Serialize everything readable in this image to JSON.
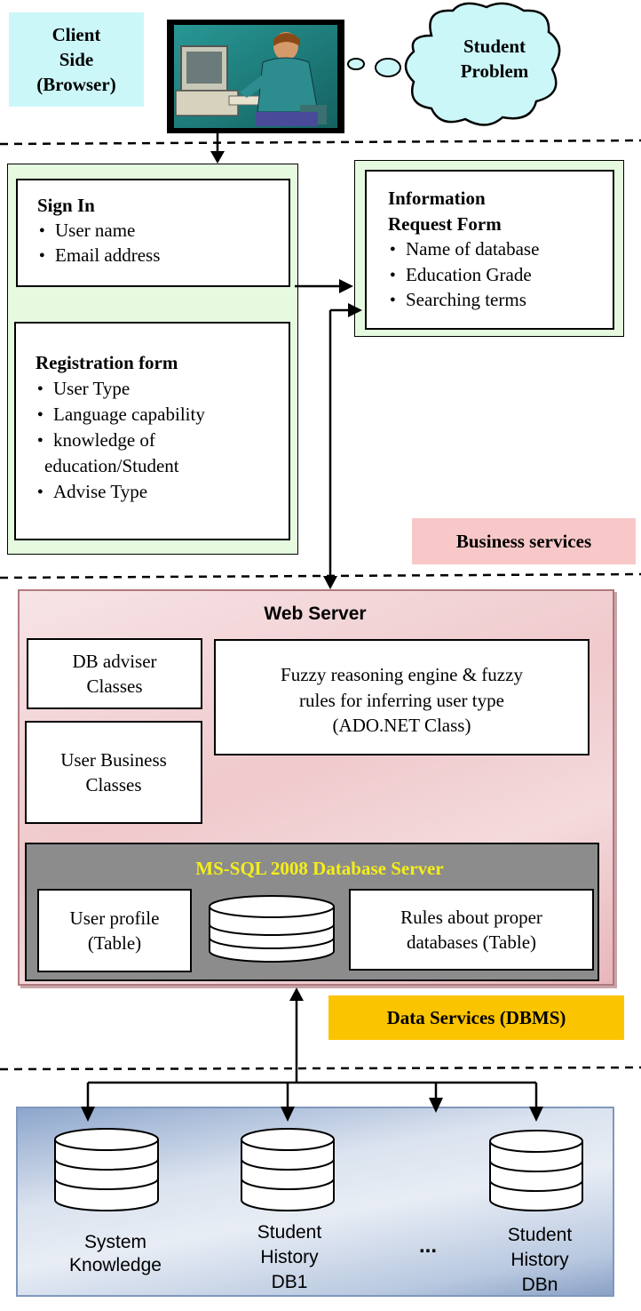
{
  "client": {
    "label_line1": "Client",
    "label_line2": "Side",
    "label_line3": "(Browser)",
    "bubble_line1": "Student",
    "bubble_line2": "Problem",
    "computer_user_icon": "person-at-computer-icon"
  },
  "sign_in": {
    "title": "Sign In",
    "items": [
      "User name",
      "Email address"
    ]
  },
  "registration": {
    "title": "Registration form",
    "items": [
      "User Type",
      "Language capability",
      "knowledge of",
      "Advise Type"
    ],
    "item3_cont": "education/Student"
  },
  "info_request": {
    "title_line1": "Information",
    "title_line2": "Request Form",
    "items": [
      "Name of database",
      "Education Grade",
      "Searching terms"
    ]
  },
  "business_services": {
    "label": "Business services"
  },
  "web_server": {
    "title": "Web Server",
    "db_adviser_line1": "DB adviser",
    "db_adviser_line2": "Classes",
    "user_business_line1": "User Business",
    "user_business_line2": "Classes",
    "fuzzy_line1": "Fuzzy reasoning engine & fuzzy",
    "fuzzy_line2": "rules for inferring user type",
    "fuzzy_line3": "(ADO.NET Class)"
  },
  "sql_server": {
    "title": "MS-SQL 2008 Database Server",
    "user_profile_line1": "User profile",
    "user_profile_line2": "(Table)",
    "rules_line1": "Rules about proper",
    "rules_line2": "databases (Table)"
  },
  "data_services": {
    "label": "Data Services (DBMS)"
  },
  "databases": {
    "system_knowledge_line1": "System",
    "system_knowledge_line2": "Knowledge",
    "db1_line1": "Student",
    "db1_line2": "History",
    "db1_line3": "DB1",
    "ellipsis": "...",
    "dbn_line1": "Student",
    "dbn_line2": "History",
    "dbn_line3": "DBn"
  },
  "colors": {
    "client_label_bg": "#ccf7f9",
    "form_panel_bg": "#e6fae0",
    "business_services_bg": "#f8c8c8",
    "web_server_bg": "#f3d2d4",
    "sql_server_bg": "#8c8c8c",
    "sql_title": "#f5ee1a",
    "data_services_bg": "#fbc400",
    "db_panel_bg": "#c9d6e8"
  }
}
